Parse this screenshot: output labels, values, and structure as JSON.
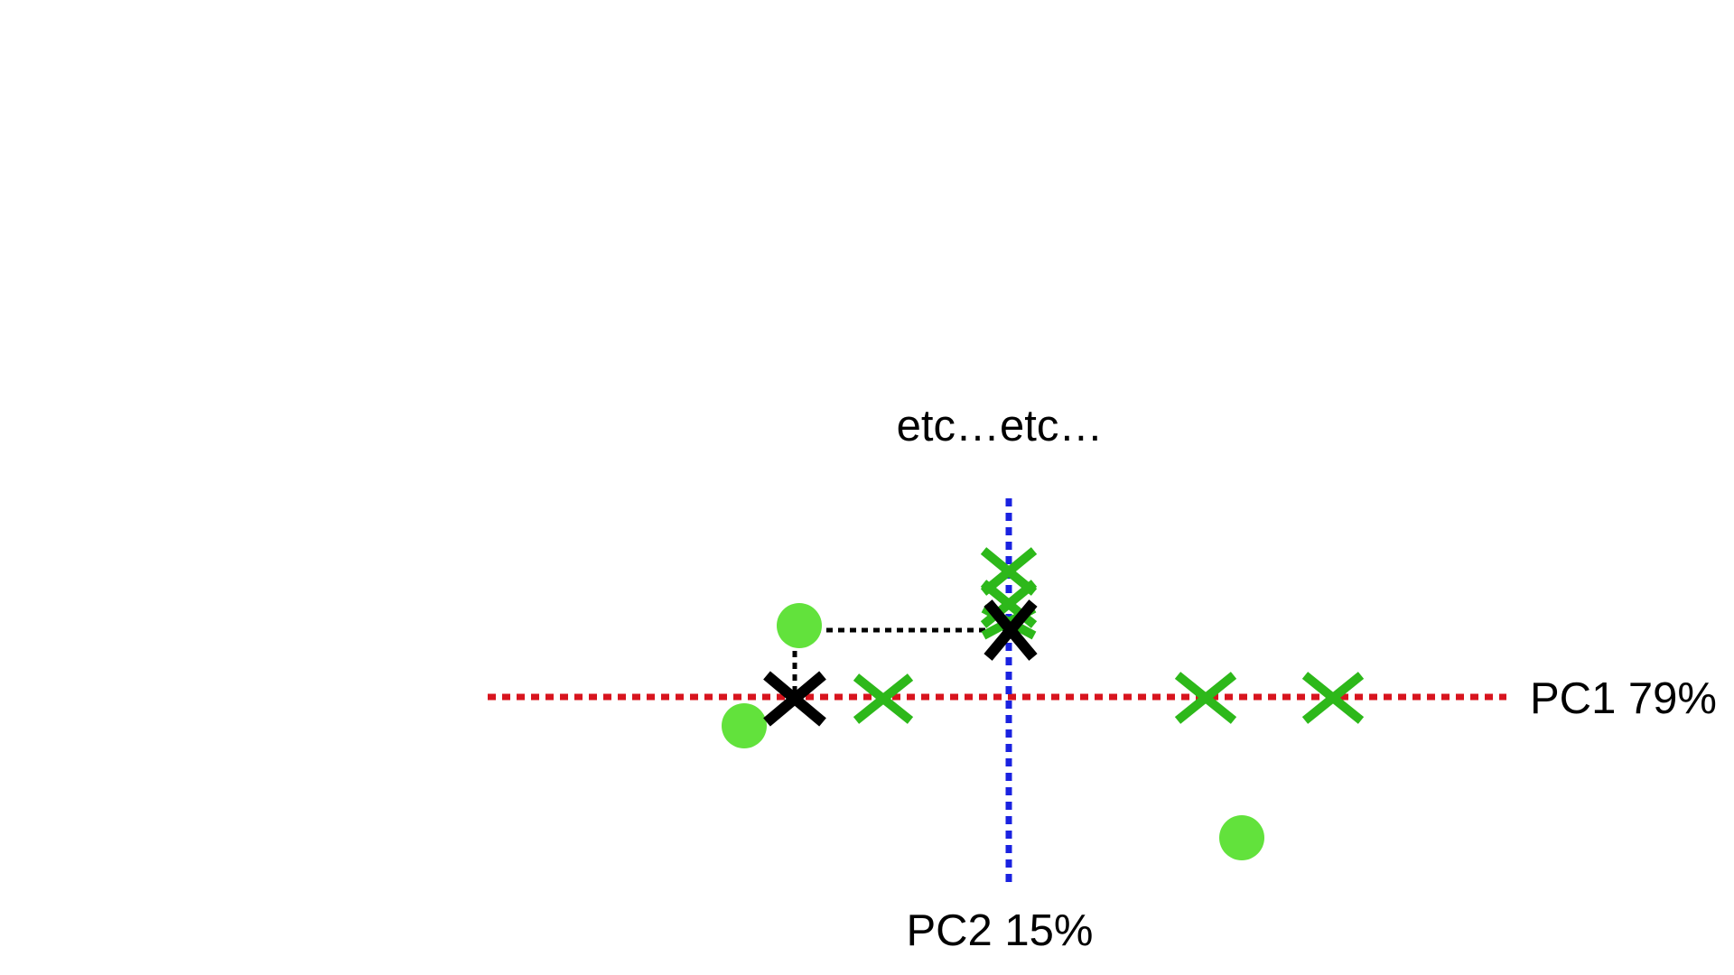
{
  "labels": {
    "pc1": "PC1 79%",
    "pc2": "PC2 15%",
    "etc": "etc…etc…"
  },
  "colors": {
    "pc1_axis": "#d8141e",
    "pc2_axis": "#1a22e0",
    "projection_line": "#000000",
    "data_point": "#62e23c",
    "projected_cross": "#2db81a",
    "highlight_cross": "#000000"
  },
  "icons": {
    "data_point": "filled-circle",
    "projected_point": "x-mark",
    "highlight_point": "x-mark"
  }
}
